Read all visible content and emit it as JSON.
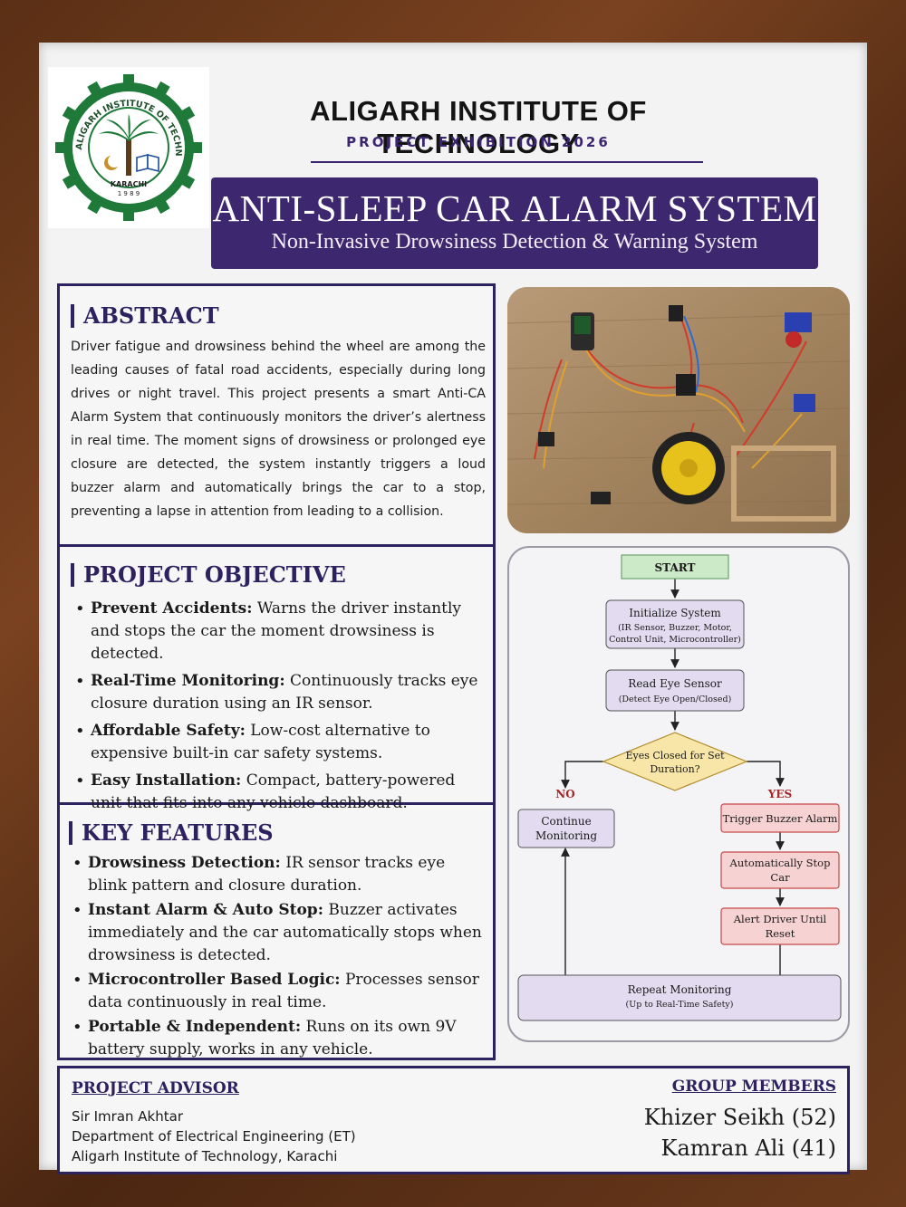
{
  "header": {
    "institution": "ALIGARH INSTITUTE OF TECHNOLOGY",
    "event": "PROJECT EXHIBITION 2026",
    "title": "ANTI-SLEEP CAR ALARM SYSTEM",
    "subtitle": "Non-Invasive Drowsiness Detection & Warning System"
  },
  "logo": {
    "ring_text": "ALIGARH INSTITUTE OF TECHNOLOGY",
    "city": "KARACHI",
    "year": "1 9 8 9",
    "colors": {
      "green": "#1f7a3a",
      "crescent": "#c8902a"
    }
  },
  "abstract": {
    "heading": "ABSTRACT",
    "text": "Driver fatigue and drowsiness behind the wheel are among the leading causes of fatal road accidents, especially during long drives or night travel. This project presents a smart Anti-CA Alarm System that continuously monitors the driver’s alertness in real time. The moment signs of drowsiness or prolonged eye closure are detected, the system instantly triggers a loud buzzer alarm and automatically brings the car to a stop, preventing a lapse in attention from leading to a collision."
  },
  "objective": {
    "heading": "PROJECT OBJECTIVE",
    "items": [
      {
        "label": "Prevent Accidents:",
        "text": " Warns the driver instantly and stops the car the moment drowsiness is detected."
      },
      {
        "label": "Real-Time Monitoring:",
        "text": " Continuously tracks eye closure duration using an IR sensor."
      },
      {
        "label": "Affordable Safety:",
        "text": " Low-cost alternative to expensive built-in car safety systems."
      },
      {
        "label": "Easy Installation:",
        "text": " Compact, battery-powered unit that fits into any vehicle dashboard."
      }
    ]
  },
  "features": {
    "heading": "KEY FEATURES",
    "items": [
      {
        "label": "Drowsiness Detection:",
        "text": " IR sensor tracks eye blink pattern and closure duration."
      },
      {
        "label": "Instant Alarm & Auto Stop:",
        "text": " Buzzer activates immediately and the car automatically stops when drowsiness is detected."
      },
      {
        "label": "Microcontroller Based Logic:",
        "text": " Processes sensor data continuously in real time."
      },
      {
        "label": "Portable & Independent:",
        "text": " Runs on its own 9V battery supply, works in any vehicle."
      }
    ]
  },
  "flowchart": {
    "start": "START",
    "init_title": "Initialize System",
    "init_detail_1": "(IR Sensor, Buzzer, Motor,",
    "init_detail_2": "Control Unit, Microcontroller)",
    "read_title": "Read Eye Sensor",
    "read_detail": "(Detect Eye Open/Closed)",
    "decision_1": "Eyes Closed for Set",
    "decision_2": "Duration?",
    "no": "NO",
    "yes": "YES",
    "continue_1": "Continue",
    "continue_2": "Monitoring",
    "trigger": "Trigger Buzzer Alarm",
    "stop_1": "Automatically Stop",
    "stop_2": "Car",
    "alert_1": "Alert Driver Until",
    "alert_2": "Reset",
    "repeat_title": "Repeat Monitoring",
    "repeat_detail": "(Up to Real-Time Safety)",
    "colors": {
      "start": "#cdeac8",
      "process": "#e3dcf1",
      "decision": "#f7e6a8",
      "alarm": "#f6d2d2",
      "alarm_border": "#c64a4a",
      "yes_no": "#a2282a"
    }
  },
  "advisor": {
    "heading": "PROJECT ADVISOR",
    "name": "Sir Imran Akhtar",
    "department": "Department of Electrical Engineering (ET)",
    "institute": "Aligarh Institute of Technology, Karachi"
  },
  "group": {
    "heading": "GROUP MEMBERS",
    "members": [
      "Khizer Seikh (52)",
      "Kamran Ali (41)"
    ]
  }
}
